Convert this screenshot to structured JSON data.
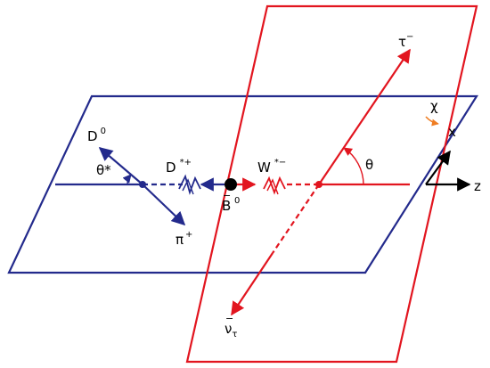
{
  "labels": {
    "tau": "τ",
    "tau_sup": "−",
    "chi": "χ",
    "x_axis": "x",
    "z_axis": "z",
    "theta": "θ",
    "theta_star": "θ*",
    "d0": "D",
    "d0_sup": "0",
    "dstar": "D",
    "dstar_sup": "*+",
    "wstar": "W",
    "wstar_sup": "*−",
    "bbar": "B",
    "bbar_bar": "−",
    "bbar_sup": "0",
    "pi": "π",
    "pi_sup": "+",
    "nu": "ν",
    "nu_bar": "−",
    "nu_sub": "τ"
  },
  "colors": {
    "blue": "#232a8c",
    "red": "#e2151f",
    "orange": "#ef7d22",
    "black": "#000000"
  }
}
